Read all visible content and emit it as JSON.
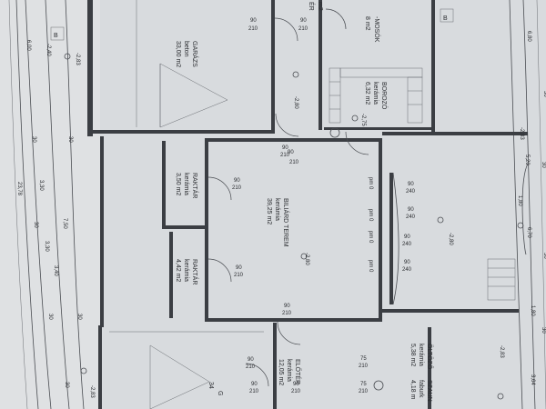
{
  "rooms": {
    "garazs_top": {
      "name": "GARÁZS",
      "material": "beton",
      "area": "33,00 m2"
    },
    "mosok": {
      "name": "-MOSÓK",
      "material": "",
      "area": "8 m2"
    },
    "borozo": {
      "name": "BOROZÓ",
      "material": "kerámia",
      "area": "6,32 m2"
    },
    "raktar1": {
      "name": "RAKTÁR",
      "material": "kerámia",
      "area": "3,50 m2"
    },
    "raktar2": {
      "name": "RAKTÁR",
      "material": "kerámia",
      "area": "4,42 m2"
    },
    "biliard": {
      "name": "BILIÁRD TEREM",
      "material": "kerámia",
      "area": "39,25 m2"
    },
    "eloter": {
      "name": "ELŐTÉR",
      "material": "kerámia",
      "area": "12,05 m2"
    },
    "oltozo": {
      "name": "ÖLTÖZŐ",
      "material": "kerámia",
      "area": "5,38 m2"
    },
    "szauna": {
      "name": "SZAUN",
      "material": "faburk",
      "area": "4,18 m"
    },
    "garazs_bottom": {
      "name": "G",
      "area": "34"
    }
  },
  "door_dims": {
    "d1": [
      "90",
      "210"
    ],
    "d2": [
      "90",
      "210"
    ],
    "d3": [
      "90",
      "210"
    ],
    "d4": [
      "90",
      "210"
    ],
    "d5": [
      "90",
      "210"
    ],
    "d6": [
      "90",
      "210"
    ],
    "d7": [
      "90",
      "210"
    ],
    "d8": [
      "90",
      "210"
    ],
    "d9": [
      "75",
      "210"
    ],
    "d10": [
      "75",
      "210"
    ],
    "d11": [
      "90",
      "240"
    ],
    "d12": [
      "90",
      "240"
    ],
    "d13": [
      "90",
      "240"
    ],
    "d14": [
      "90",
      "240"
    ],
    "d15": [
      "90",
      "210"
    ],
    "d16": [
      "90",
      "210"
    ]
  },
  "levels": {
    "l1": "-2,80",
    "l2": "-2,80",
    "l3": "-2,75",
    "l4": "-2,80",
    "l5": "-2,83",
    "l6": "-2,83",
    "l7": "-2,83",
    "l8": "-2,83"
  },
  "parapet": {
    "p1": "pm 0",
    "p2": "pm 0",
    "p3": "pm 0",
    "p4": "pm 0"
  },
  "left_dims": [
    "6,00",
    "3,30",
    "23,78",
    "3,40",
    "7,50",
    "3,30"
  ],
  "left_small": [
    "-2,40",
    "30",
    "30",
    "30",
    "30",
    "30",
    "30"
  ],
  "right_dims": [
    "6,80",
    "5,20",
    "1,80",
    "6,70",
    "1,80",
    "3,64"
  ],
  "right_small": [
    "30",
    "30",
    "30",
    "30"
  ],
  "section_marks": {
    "top_left": "B",
    "top_right": "B"
  },
  "mosok_suffix": "m2",
  "top_frag": "ÉR"
}
